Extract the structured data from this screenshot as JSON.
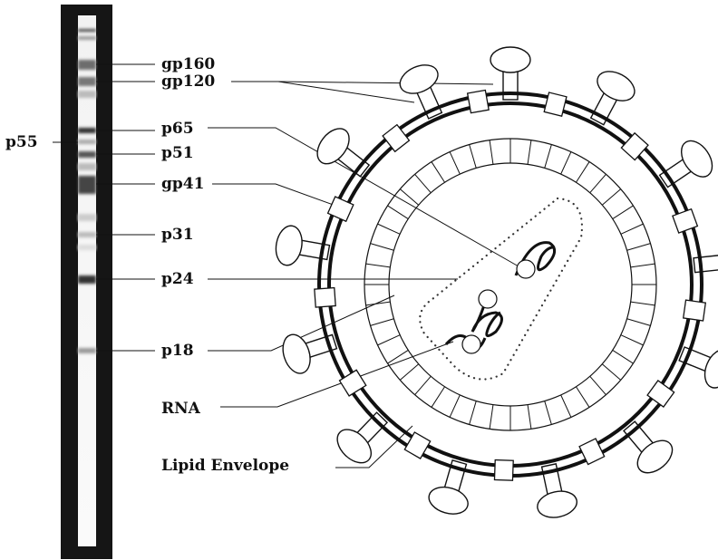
{
  "labels": {
    "gp160": "gp160",
    "gp120": "gp120",
    "p65": "p65",
    "p55": "p55",
    "p51": "p51",
    "gp41": "gp41",
    "p31": "p31",
    "p24": "p24",
    "p18": "p18",
    "rna": "RNA",
    "lipid_envelope": "Lipid Envelope"
  }
}
